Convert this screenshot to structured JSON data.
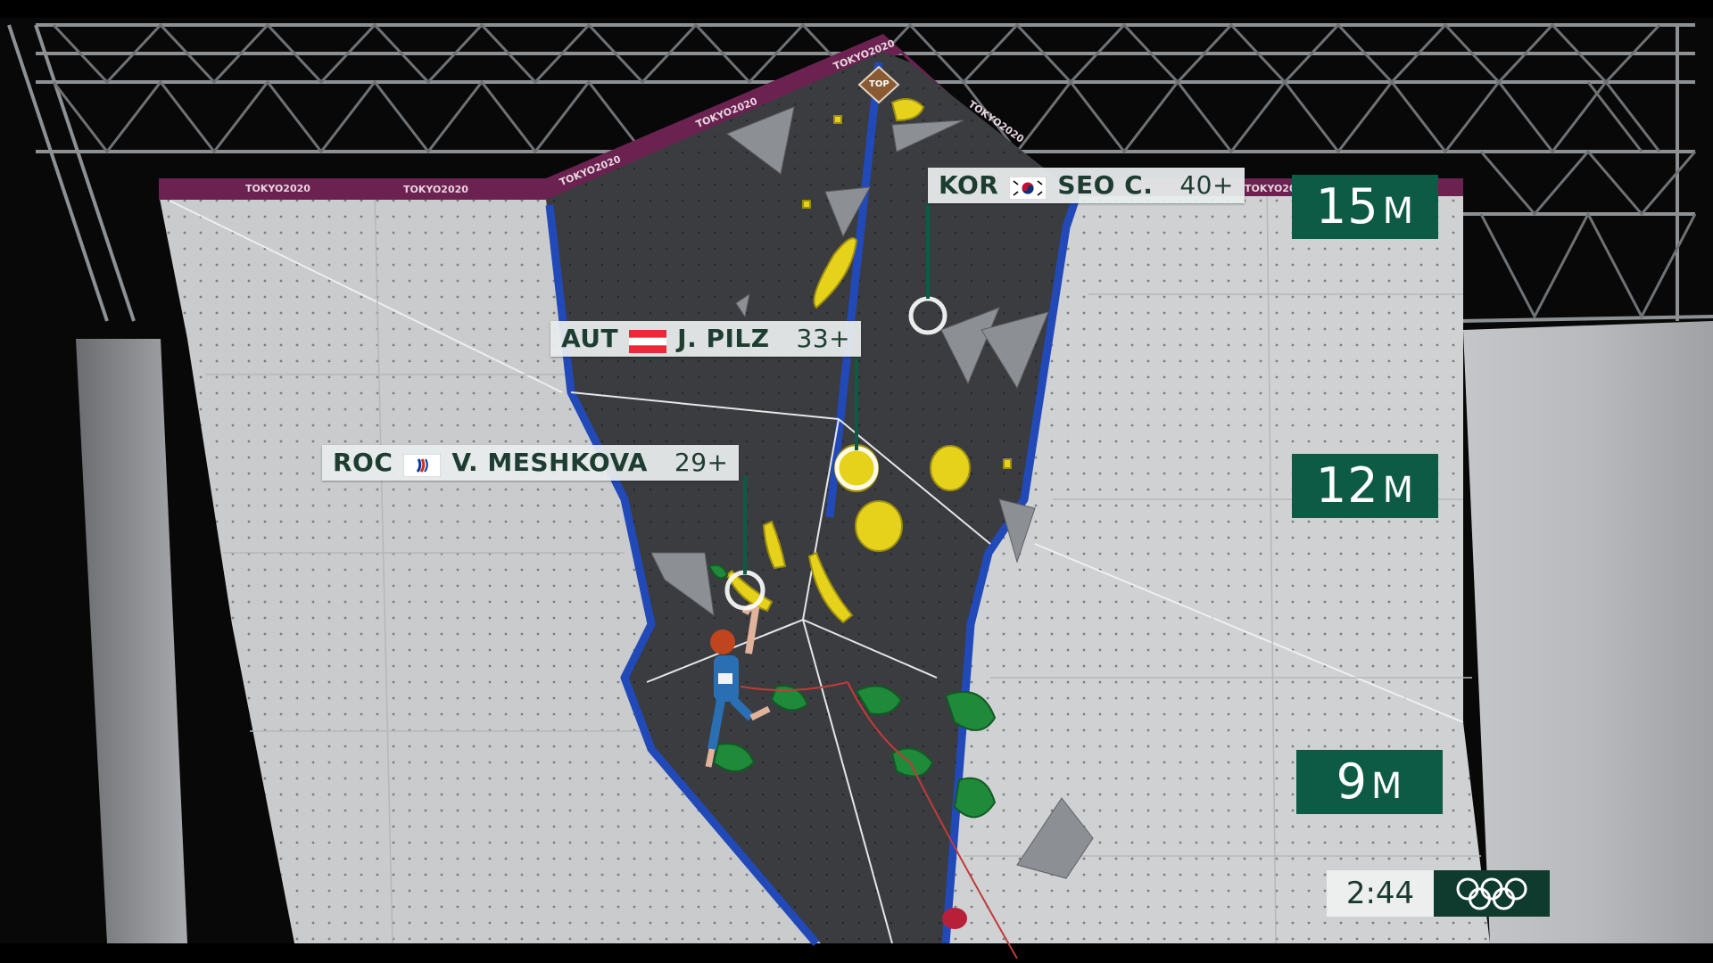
{
  "broadcast": {
    "banner_text": "TOKYO2020",
    "top_tag": "TOP",
    "athletes": [
      {
        "noc": "KOR",
        "flag_icon": "south-korea-flag-icon",
        "name": "SEO C.",
        "score": "40+"
      },
      {
        "noc": "AUT",
        "flag_icon": "austria-flag-icon",
        "name": "J. PILZ",
        "score": "33+"
      },
      {
        "noc": "ROC",
        "flag_icon": "roc-flag-icon",
        "name": "V. MESHKOVA",
        "score": "29+"
      }
    ],
    "height_markers": [
      {
        "value": "15",
        "unit": "M"
      },
      {
        "value": "12",
        "unit": "M"
      },
      {
        "value": "9",
        "unit": "M"
      }
    ],
    "timer": "2:44",
    "logo_icon": "olympic-rings-icon"
  },
  "colors": {
    "label_bg": "#e8ecec",
    "label_text": "#1e3d31",
    "marker_green": "#0d5a45",
    "wall_grey": "#c9cbcd",
    "lead_zone": "#3b3c40",
    "edge_blue": "#2149b8",
    "hold_yellow": "#e6d21a",
    "hold_green": "#1f8a3a",
    "banner_purple": "#6b2250"
  }
}
